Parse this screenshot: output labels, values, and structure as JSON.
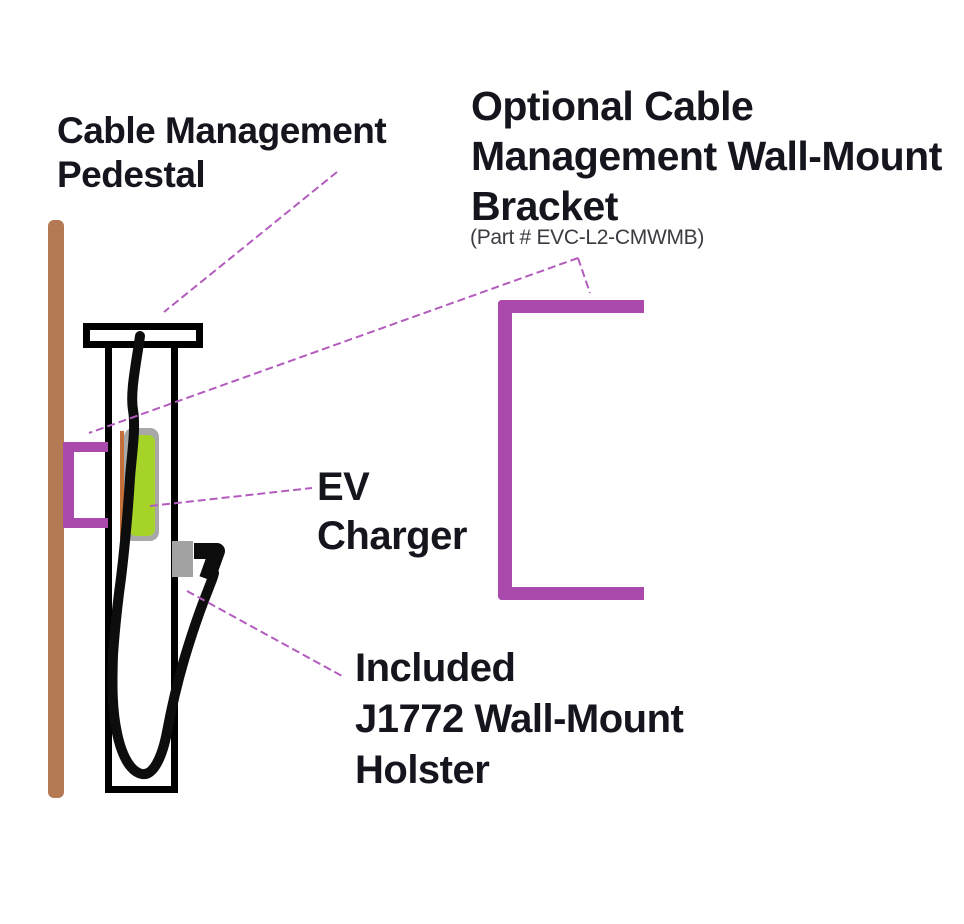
{
  "labels": {
    "pedestal": {
      "line1": "Cable Management",
      "line2": "Pedestal"
    },
    "wall_bracket": {
      "line1": "Optional Cable",
      "line2": "Management Wall-Mount",
      "line3": "Bracket",
      "part_number": "(Part # EVC-L2-CMWMB)"
    },
    "ev_charger": {
      "line1": "EV",
      "line2": "Charger"
    },
    "holster": {
      "line1": "Included",
      "line2": "J1772 Wall-Mount",
      "line3": "Holster"
    }
  },
  "colors": {
    "background": "#ffffff",
    "bracket_purple": "#aa4aac",
    "leader_purple": "#b35cbe",
    "wall_brown": "#b47a54",
    "charger_green": "#a6d327",
    "charger_gray": "#a8a8a8",
    "holster_gray": "#a2a2a2",
    "charger_edge_orange": "#c4703a",
    "cable_black": "#0d0d0d",
    "outline_black": "#000000",
    "text_dark": "#15151e",
    "part_text": "#3b3b42"
  }
}
